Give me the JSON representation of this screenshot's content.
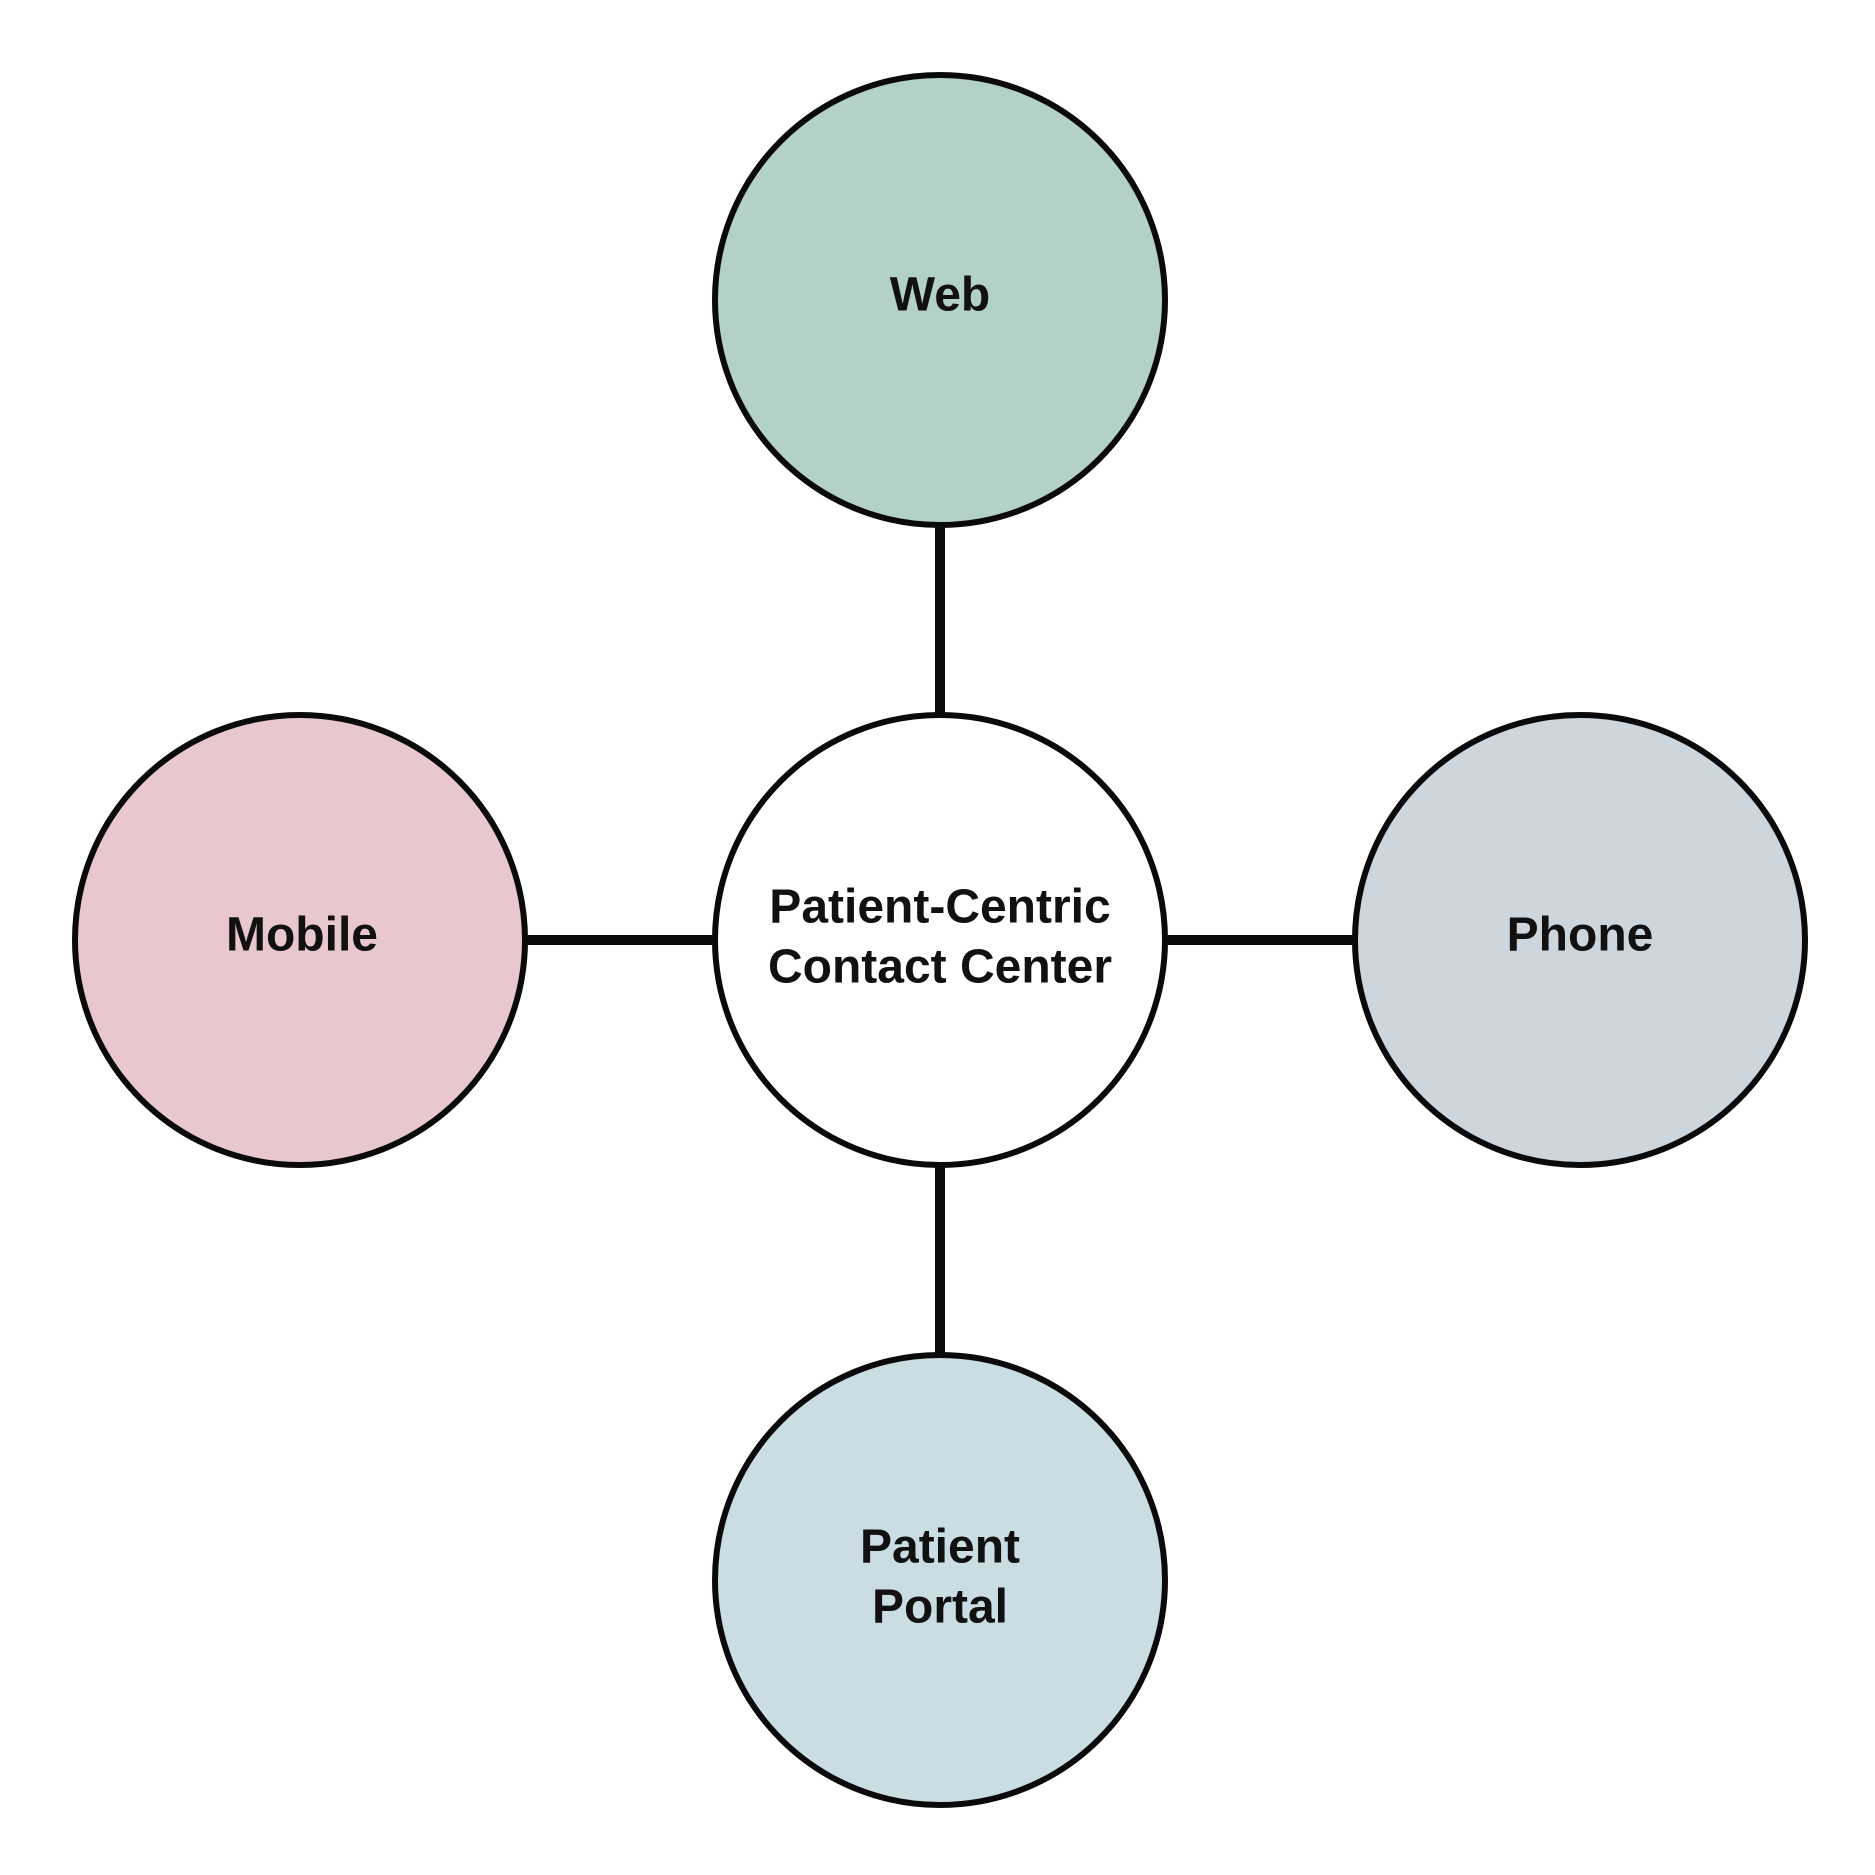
{
  "diagram": {
    "center": {
      "lines": [
        "Patient-Centric",
        "Contact Center"
      ],
      "fill": "#ffffff"
    },
    "nodes": [
      {
        "id": "web",
        "lines": [
          "Web"
        ],
        "fill": "#b4d1c8"
      },
      {
        "id": "mobile",
        "lines": [
          "Mobile"
        ],
        "fill": "#e8c8ce"
      },
      {
        "id": "phone",
        "lines": [
          "Phone"
        ],
        "fill": "#cdd5dd"
      },
      {
        "id": "portal",
        "lines": [
          "Patient",
          "Portal"
        ],
        "fill": "#c9dde3"
      }
    ]
  }
}
